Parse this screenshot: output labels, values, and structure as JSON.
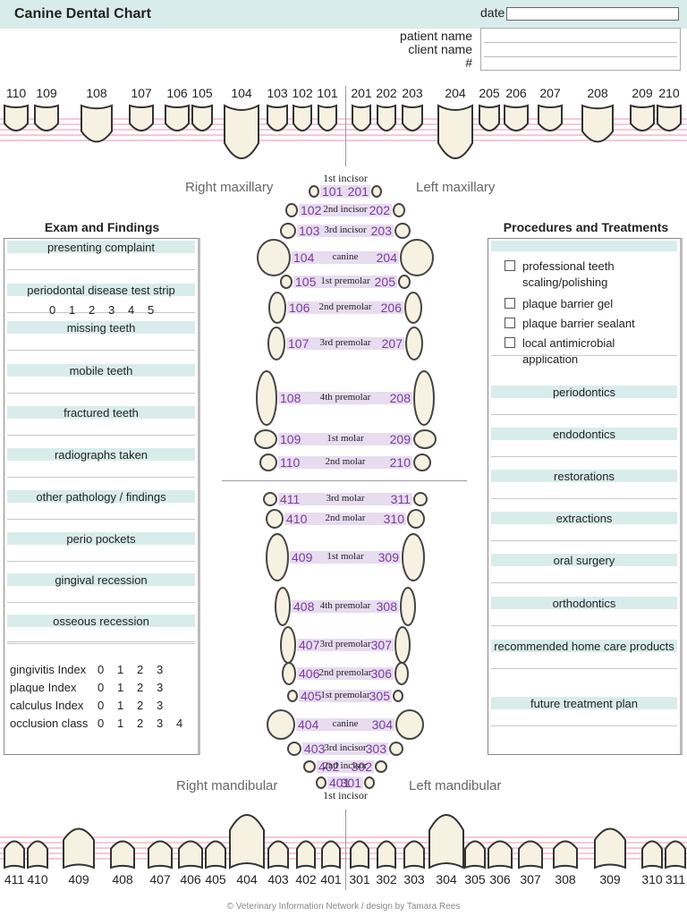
{
  "title": "Canine Dental Chart",
  "date_label": "date",
  "patient_labels": [
    "patient name",
    "client name",
    "#"
  ],
  "upper_numbers": [
    "110",
    "109",
    "108",
    "107",
    "106",
    "105",
    "104",
    "103",
    "102",
    "101",
    "201",
    "202",
    "203",
    "204",
    "205",
    "206",
    "207",
    "208",
    "209",
    "210"
  ],
  "lower_numbers": [
    "411",
    "410",
    "409",
    "408",
    "407",
    "406",
    "405",
    "404",
    "403",
    "402",
    "401",
    "301",
    "302",
    "303",
    "304",
    "305",
    "306",
    "307",
    "308",
    "309",
    "310",
    "311"
  ],
  "labels": {
    "right_maxillary": "Right maxillary",
    "left_maxillary": "Left maxillary",
    "right_mandibular": "Right mandibular",
    "left_mandibular": "Left mandibular",
    "first_incisor_top": "1st incisor",
    "first_incisor_bottom": "1st incisor"
  },
  "exam": {
    "title": "Exam and Findings",
    "rows": [
      "presenting complaint",
      "periodontal disease test strip",
      "missing teeth",
      "mobile teeth",
      "fractured teeth",
      "radiographs taken",
      "other pathology / findings",
      "perio pockets",
      "gingival recession",
      "osseous recession"
    ],
    "strip_scale": [
      "0",
      "1",
      "2",
      "3",
      "4",
      "5"
    ],
    "indexes": [
      {
        "label": "gingivitis Index",
        "scale": [
          "0",
          "1",
          "2",
          "3"
        ]
      },
      {
        "label": "plaque Index",
        "scale": [
          "0",
          "1",
          "2",
          "3"
        ]
      },
      {
        "label": "calculus Index",
        "scale": [
          "0",
          "1",
          "2",
          "3"
        ]
      },
      {
        "label": "occlusion class",
        "scale": [
          "0",
          "1",
          "2",
          "3",
          "4"
        ]
      }
    ]
  },
  "procedures": {
    "title": "Procedures and Treatments",
    "checkboxes": [
      "professional teeth scaling/polishing",
      "plaque barrier gel",
      "plaque barrier sealant",
      "local antimicrobial application"
    ],
    "rows": [
      "periodontics",
      "endodontics",
      "restorations",
      "extractions",
      "oral surgery",
      "orthodontics",
      "recommended home care products",
      "future treatment plan"
    ]
  },
  "upper_arch": [
    {
      "left": "101",
      "label": "",
      "right": "201"
    },
    {
      "left": "102",
      "label": "2nd incisor",
      "right": "202"
    },
    {
      "left": "103",
      "label": "3rd incisor",
      "right": "203"
    },
    {
      "left": "104",
      "label": "canine",
      "right": "204"
    },
    {
      "left": "105",
      "label": "1st premolar",
      "right": "205"
    },
    {
      "left": "106",
      "label": "2nd premolar",
      "right": "206"
    },
    {
      "left": "107",
      "label": "3rd premolar",
      "right": "207"
    },
    {
      "left": "108",
      "label": "4th premolar",
      "right": "208"
    },
    {
      "left": "109",
      "label": "1st molar",
      "right": "209"
    },
    {
      "left": "110",
      "label": "2nd molar",
      "right": "210"
    }
  ],
  "lower_arch": [
    {
      "left": "411",
      "label": "3rd molar",
      "right": "311"
    },
    {
      "left": "410",
      "label": "2nd molar",
      "right": "310"
    },
    {
      "left": "409",
      "label": "1st molar",
      "right": "309"
    },
    {
      "left": "408",
      "label": "4th premolar",
      "right": "308"
    },
    {
      "left": "407",
      "label": "3rd premolar",
      "right": "307"
    },
    {
      "left": "406",
      "label": "2nd premolar",
      "right": "306"
    },
    {
      "left": "405",
      "label": "1st premolar",
      "right": "305"
    },
    {
      "left": "404",
      "label": "canine",
      "right": "304"
    },
    {
      "left": "403",
      "label": "3rd incisor",
      "right": "303"
    },
    {
      "left": "402",
      "label": "2nd incisor",
      "right": "302"
    },
    {
      "left": "401",
      "label": "",
      "right": "301"
    }
  ],
  "copyright": "© Veterinary Information Network / design by Tamara Rees"
}
